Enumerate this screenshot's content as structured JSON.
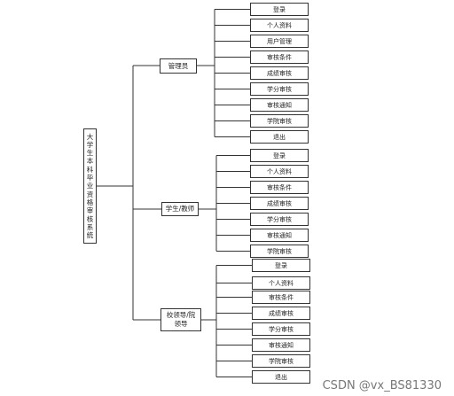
{
  "root": {
    "label": "大学生本科毕业资格审核系统"
  },
  "groups": [
    {
      "label": "管理员",
      "items": [
        "登录",
        "个人资料",
        "用户管理",
        "审核条件",
        "成绩审核",
        "学分审核",
        "审核通知",
        "学院审核",
        "退出"
      ]
    },
    {
      "label": "学生/教师",
      "items": [
        "登录",
        "个人资料",
        "审核条件",
        "成绩审核",
        "学分审核",
        "审核通知",
        "学院审核"
      ]
    },
    {
      "label": "校领导/院领导",
      "items": [
        "登录",
        "个人资料",
        "审核条件",
        "成绩审核",
        "学分审核",
        "审核通知",
        "学院审核",
        "退出"
      ]
    }
  ],
  "watermark": "CSDN @vx_BS81330",
  "colors": {
    "line": "#333333",
    "border": "#333333",
    "background": "#ffffff"
  }
}
